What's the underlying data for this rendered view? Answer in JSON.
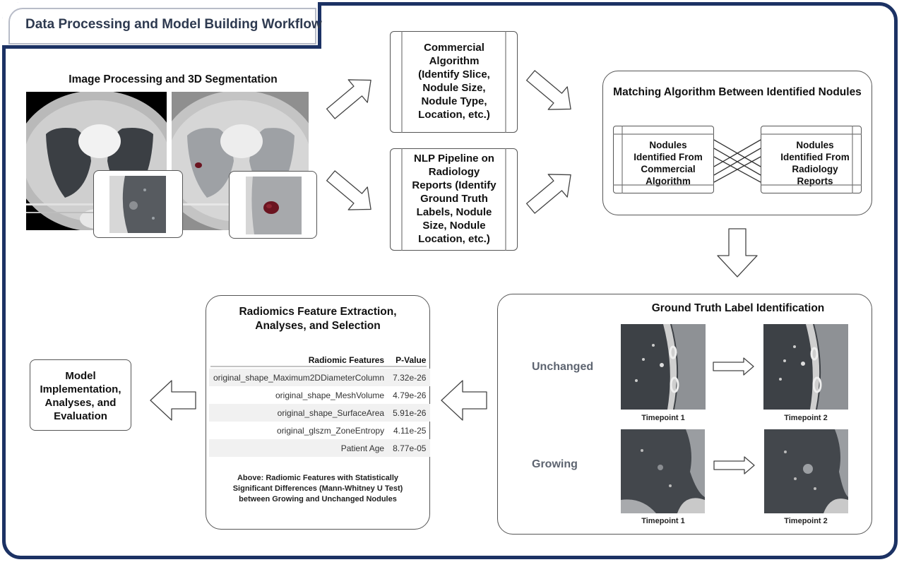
{
  "title": "Data Processing and Model Building Workflow",
  "image_processing": {
    "heading": "Image Processing and 3D Segmentation"
  },
  "commercial_algorithm": {
    "lines": [
      "Commercial",
      "Algorithm",
      "(Identify Slice,",
      "Nodule Size,",
      "Nodule Type,",
      "Location, etc.)"
    ]
  },
  "nlp_pipeline": {
    "lines": [
      "NLP Pipeline on",
      "Radiology",
      "Reports (Identify",
      "Ground Truth",
      "Labels, Nodule",
      "Size, Nodule",
      "Location, etc.)"
    ]
  },
  "matching": {
    "heading": "Matching Algorithm Between Identified Nodules",
    "left_lines": [
      "Nodules",
      "Identified From",
      "Commercial",
      "Algorithm"
    ],
    "right_lines": [
      "Nodules",
      "Identified From",
      "Radiology",
      "Reports"
    ]
  },
  "ground_truth": {
    "heading": "Ground Truth Label Identification",
    "row1_label": "Unchanged",
    "row2_label": "Growing",
    "timepoint1": "Timepoint 1",
    "timepoint2": "Timepoint 2"
  },
  "radiomics": {
    "heading_lines": [
      "Radiomics Feature Extraction,",
      "Analyses, and Selection"
    ],
    "table": {
      "headers": [
        "Radiomic Features",
        "P-Value"
      ],
      "rows": [
        {
          "feature": "original_shape_Maximum2DDiameterColumn",
          "p": "7.32e-26"
        },
        {
          "feature": "original_shape_MeshVolume",
          "p": "4.79e-26"
        },
        {
          "feature": "original_shape_SurfaceArea",
          "p": "5.91e-26"
        },
        {
          "feature": "original_glszm_ZoneEntropy",
          "p": "4.11e-25"
        },
        {
          "feature": "Patient Age",
          "p": "8.77e-05"
        }
      ]
    },
    "caption_lines": [
      "Above: Radiomic Features with Statistically",
      "Significant Differences (Mann-Whitney U Test)",
      "between Growing and Unchanged Nodules"
    ]
  },
  "model": {
    "lines": [
      "Model",
      "Implementation,",
      "Analyses, and",
      "Evaluation"
    ]
  },
  "colors": {
    "frame": "#1c3264",
    "title_text": "#2e3a50",
    "segmentation": "#6b1420"
  }
}
